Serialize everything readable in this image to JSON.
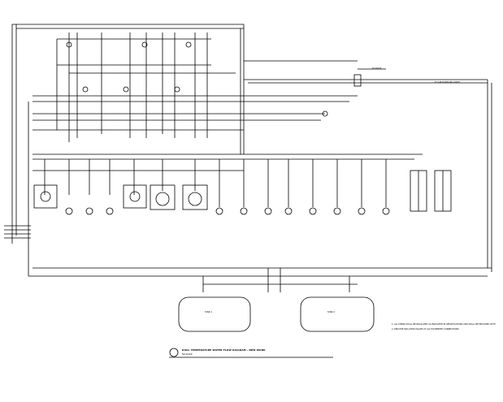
{
  "drawing": {
    "title": "DUAL TEMPERATURE WATER FLOW DIAGRAM - NEW WORK",
    "scale": "NO SCALE"
  },
  "tanks": [
    {
      "label": "TANK 1"
    },
    {
      "label": "TANK 2"
    }
  ],
  "notes": [
    "1. ALL PIPING SHALL BE INSULATED AS INDICATED IN SPECIFICATIONS AND SHALL BE PROVIDED WITH",
    "2. PROVIDE ISOLATION VALVES AT ALL EQUIPMENT CONNECTIONS."
  ],
  "callouts": {
    "top_right": "TO ROOF",
    "right_branch": "TO AIR HANDLING UNITS"
  },
  "colors": {
    "line": "#000000",
    "background": "#ffffff"
  }
}
